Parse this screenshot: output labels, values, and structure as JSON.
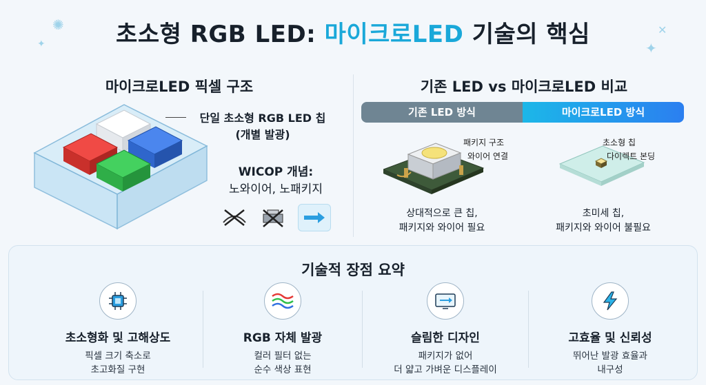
{
  "title": {
    "main": "초소형 RGB LED: ",
    "accent": "마이크로LED",
    "tail": " 기술의 핵심"
  },
  "left": {
    "heading": "마이크로LED 픽셀 구조",
    "chip_label_1": "단일 초소형 RGB LED 칩",
    "chip_label_2": "(개별 발광)",
    "wicop_title": "WICOP 개념:",
    "wicop_sub": "노와이어, 노패키지",
    "icons": [
      "no-wire-icon",
      "no-package-icon",
      "arrow-right-icon"
    ]
  },
  "right": {
    "heading": "기존 LED vs 마이크로LED 비교",
    "conventional": {
      "header": "기존 LED 방식",
      "anno_1": "패키지 구조",
      "anno_2": "와이어 연결",
      "caption_1": "상대적으로 큰 칩,",
      "caption_2": "패키지와 와이어 필요"
    },
    "micro": {
      "header": "마이크로LED 방식",
      "anno_1": "초소형 칩",
      "anno_2": "다이렉트 본딩",
      "caption_1": "초미세 칩,",
      "caption_2": "패키지와 와이어 불필요"
    }
  },
  "summary": {
    "heading": "기술적 장점 요약",
    "features": [
      {
        "icon": "chip-icon",
        "title": "초소형화 및 고해상도",
        "desc_1": "픽셀 크기 축소로",
        "desc_2": "초고화질 구현"
      },
      {
        "icon": "rgb-waves-icon",
        "title": "RGB 자체 발광",
        "desc_1": "컬러 필터 없는",
        "desc_2": "순수 색상 표현"
      },
      {
        "icon": "slim-display-icon",
        "title": "슬림한 디자인",
        "desc_1": "패키지가 없어",
        "desc_2": "더 얇고 가벼운 디스플레이"
      },
      {
        "icon": "lightning-icon",
        "title": "고효율 및 신뢰성",
        "desc_1": "뛰어난 발광 효율과",
        "desc_2": "내구성"
      }
    ]
  },
  "colors": {
    "accent": "#1aa8d9",
    "red": "#e53935",
    "green": "#2fbf4a",
    "blue": "#2f6fe0",
    "gray_header": "#6f8593"
  }
}
